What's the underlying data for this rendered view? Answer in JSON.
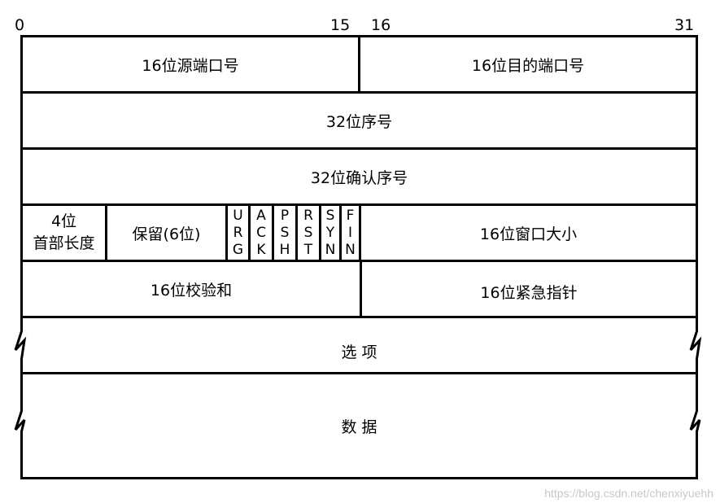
{
  "bit_labels": {
    "b0": "0",
    "b15": "15",
    "b16": "16",
    "b31": "31"
  },
  "rows": {
    "src_port": "16位源端口号",
    "dst_port": "16位目的端口号",
    "seq": "32位序号",
    "ack_seq": "32位确认序号",
    "hdr_len_line1": "4位",
    "hdr_len_line2": "首部长度",
    "reserved": "保留(6位)",
    "window": "16位窗口大小",
    "checksum": "16位校验和",
    "urgent": "16位紧急指针",
    "options": "选 项",
    "data": "数 据"
  },
  "flags": [
    {
      "name": "URG",
      "letters": [
        "U",
        "R",
        "G"
      ]
    },
    {
      "name": "ACK",
      "letters": [
        "A",
        "C",
        "K"
      ]
    },
    {
      "name": "PSH",
      "letters": [
        "P",
        "S",
        "H"
      ]
    },
    {
      "name": "RST",
      "letters": [
        "R",
        "S",
        "T"
      ]
    },
    {
      "name": "SYN",
      "letters": [
        "S",
        "Y",
        "N"
      ]
    },
    {
      "name": "FIN",
      "letters": [
        "F",
        "I",
        "N"
      ]
    }
  ],
  "watermark": "https://blog.csdn.net/chenxiyuehh",
  "colors": {
    "line": "#000000",
    "background": "#ffffff",
    "watermark": "#c8c8c8"
  }
}
